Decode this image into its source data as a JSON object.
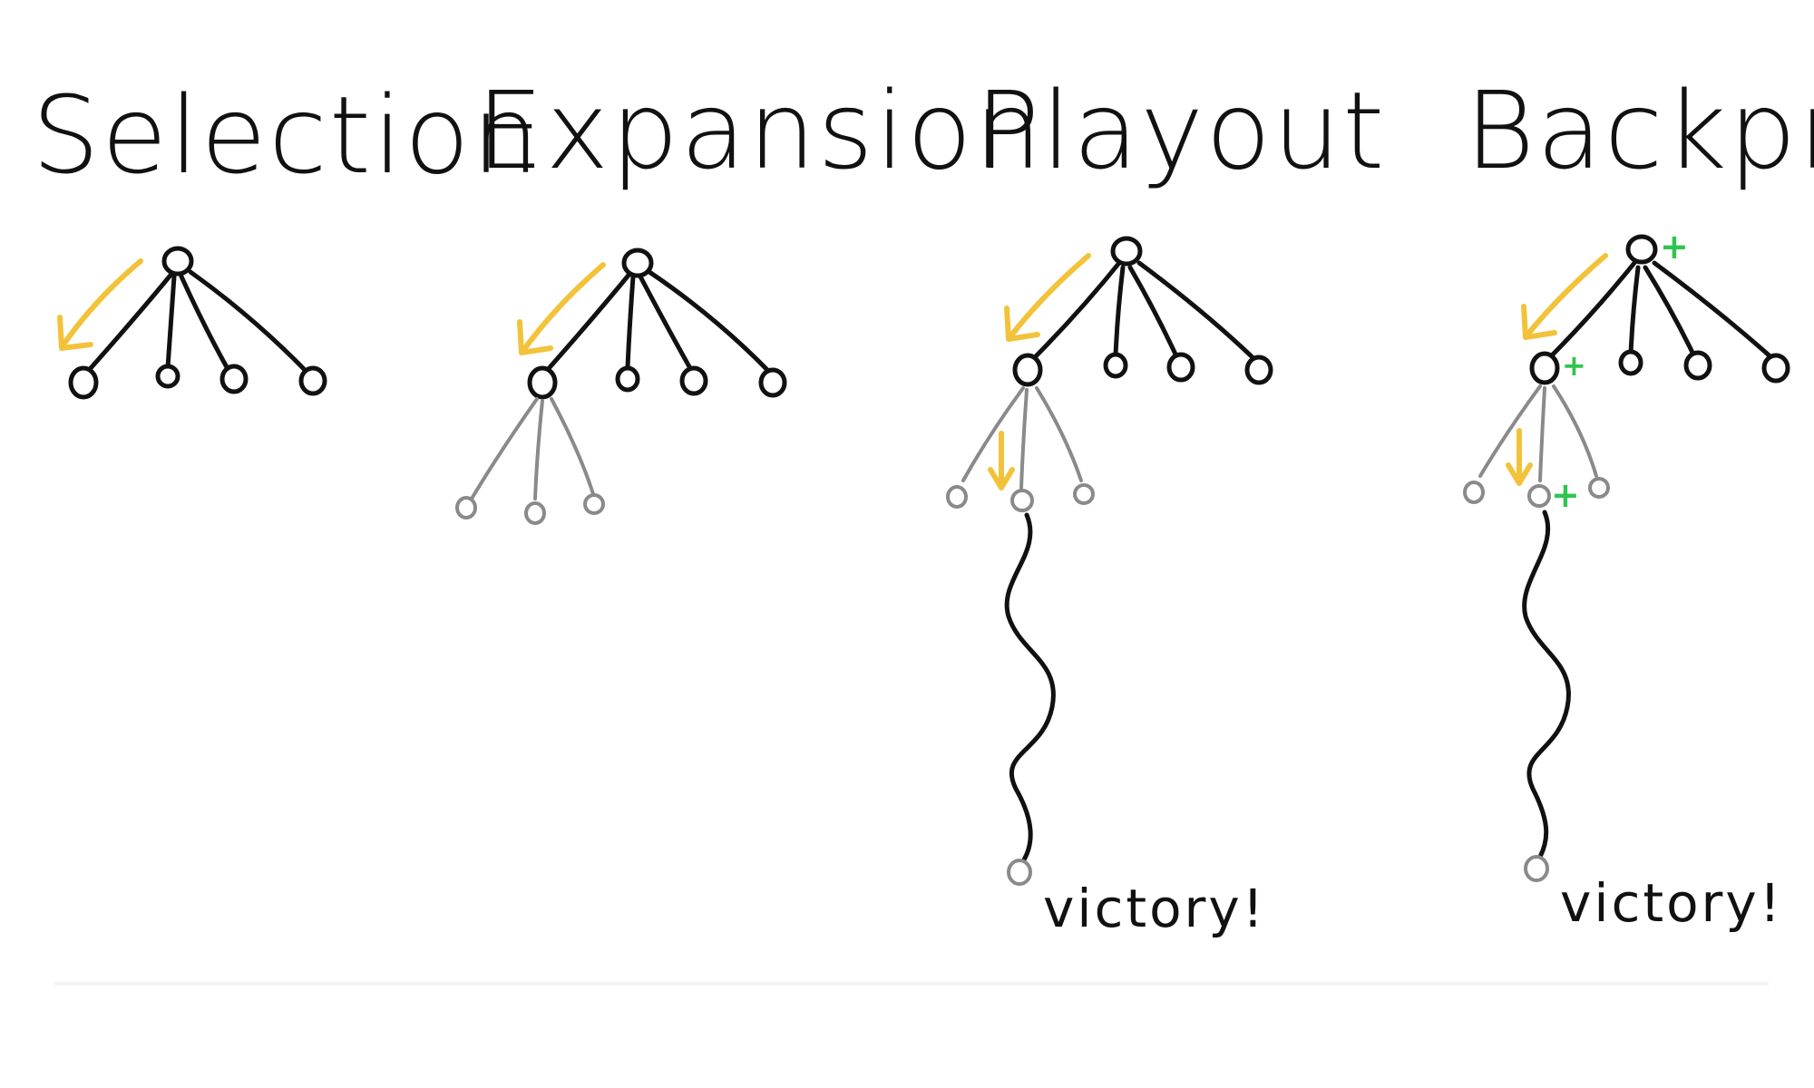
{
  "stages": [
    {
      "title": "Selection"
    },
    {
      "title": "Expansion"
    },
    {
      "title": "Playout",
      "outcome": "victory!"
    },
    {
      "title": "Backprop",
      "outcome": "victory!",
      "increment_symbol": "+"
    }
  ],
  "colors": {
    "selected_path": "#f2c33a",
    "existing_tree": "#111111",
    "new_nodes": "#8a8a8a",
    "increment": "#2fc44f"
  }
}
